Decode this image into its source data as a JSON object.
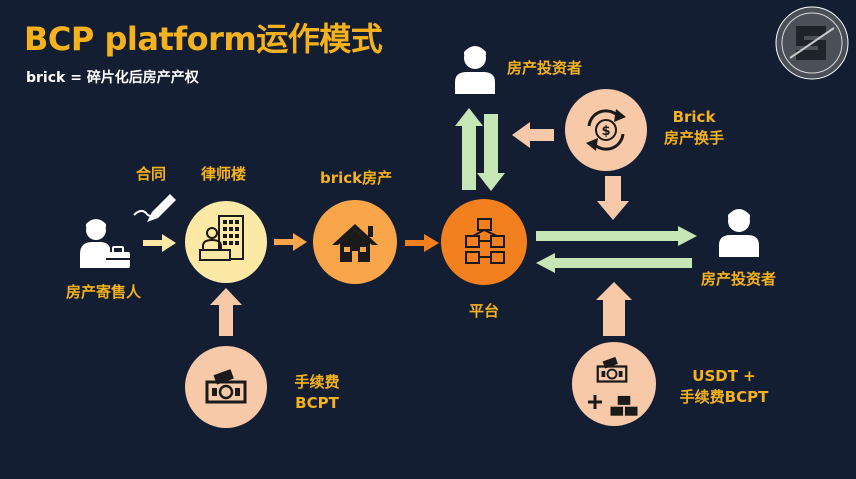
{
  "header": {
    "title": "BCP platform运作模式",
    "subtitle": "brick = 碎片化后房产产权"
  },
  "labels": {
    "contract": "合同",
    "lawyer_building": "律师楼",
    "brick_property": "brick房产",
    "seller": "房产寄售人",
    "platform": "平台",
    "investor_top": "房产投资者",
    "brick_line1": "Brick",
    "brick_line2": "房产换手",
    "investor_right": "房产投资者",
    "fee_line1": "手续费",
    "fee_line2": "BCPT",
    "usdt_line1": "USDT +",
    "usdt_line2": "手续费BCPT"
  },
  "colors": {
    "background": "#141e32",
    "title": "#f5b21c",
    "label_gold": "#f5b21c",
    "orange_node": "#f2801e",
    "orange_light": "#f9a64a",
    "peach": "#f7c9a8",
    "pale_yellow": "#fde9a6",
    "pale_green": "#c6e6b5",
    "dark_icon": "#1a1a1a"
  },
  "icons": {
    "logo": "bcp-logo-icon",
    "seller": "person-with-briefcase-icon",
    "contract": "signing-pen-icon",
    "lawyer": "office-building-icon",
    "house": "house-icon",
    "platform": "blocks-network-icon",
    "investor": "person-icon",
    "exchange": "dollar-exchange-icon",
    "fee": "banknote-icon",
    "usdt": "banknote-plus-blocks-icon"
  }
}
